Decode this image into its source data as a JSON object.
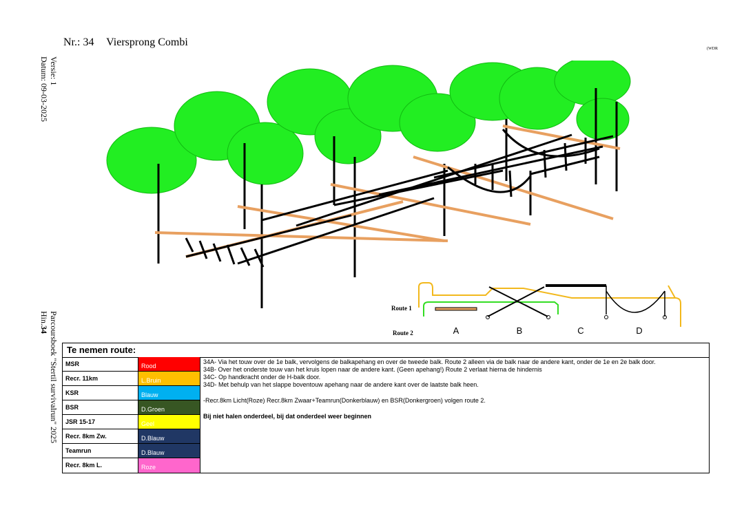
{
  "header": {
    "number": "Nr.: 34",
    "title": "Viersprong Combi",
    "tag": "(WDR"
  },
  "meta": {
    "version": "Versie: 1",
    "date": "Datum: 09-03-2025",
    "book": "Parcoursboek \"Stertil survivalrun\" 2025",
    "obstacle_prefix": "Hin.",
    "obstacle_number": "34"
  },
  "diagram": {
    "route1_label": "Route 1",
    "route2_label": "Route 2",
    "stations": [
      "A",
      "B",
      "C",
      "D"
    ],
    "colors": {
      "route1": "#f2b81c",
      "route2": "#33dd22",
      "beam": "#e8a060",
      "foliage": "#22ee22"
    }
  },
  "table": {
    "header": "Te nemen route:",
    "classes": [
      {
        "name": "MSR",
        "color_label": "Rood",
        "color": "#ff0000",
        "text_color": "#ffffff"
      },
      {
        "name": "Recr. 11km",
        "color_label": "L.Bruin",
        "color": "#ffbf00",
        "text_color": "#ffffff"
      },
      {
        "name": "KSR",
        "color_label": "Blauw",
        "color": "#00b0f0",
        "text_color": "#ffffff"
      },
      {
        "name": "BSR",
        "color_label": "D.Groen",
        "color": "#375623",
        "text_color": "#ffffff"
      },
      {
        "name": "JSR 15-17",
        "color_label": "Geel",
        "color": "#ffff00",
        "text_color": "#ffffff"
      },
      {
        "name": "Recr. 8km Zw.",
        "color_label": "D.Blauw",
        "color": "#203764",
        "text_color": "#ffffff"
      },
      {
        "name": "Teamrun",
        "color_label": "D.Blauw",
        "color": "#203764",
        "text_color": "#ffffff"
      },
      {
        "name": "Recr. 8km L.",
        "color_label": "Roze",
        "color": "#ff66cc",
        "text_color": "#ffffff"
      }
    ],
    "instructions": [
      "34A- Via het touw over de 1e balk, vervolgens de balkapehang en over de tweede balk. Route 2 alleen via de balk naar de andere kant, onder de 1e en 2e balk door.",
      "34B- Over het onderste touw van het kruis lopen naar de andere kant. (Geen apehang!) Route 2 verlaat hierna de hindernis",
      "34C- Op handkracht onder de H-balk door.",
      "34D- Met behulp van het slappe boventouw apehang naar de andere kant over de laatste balk heen."
    ],
    "note": "-Recr.8km Licht(Roze) Recr.8km Zwaar+Teamrun(Donkerblauw) en BSR(Donkergroen) volgen route 2.",
    "warning": "Bij niet halen onderdeel, bij dat onderdeel weer beginnen"
  }
}
